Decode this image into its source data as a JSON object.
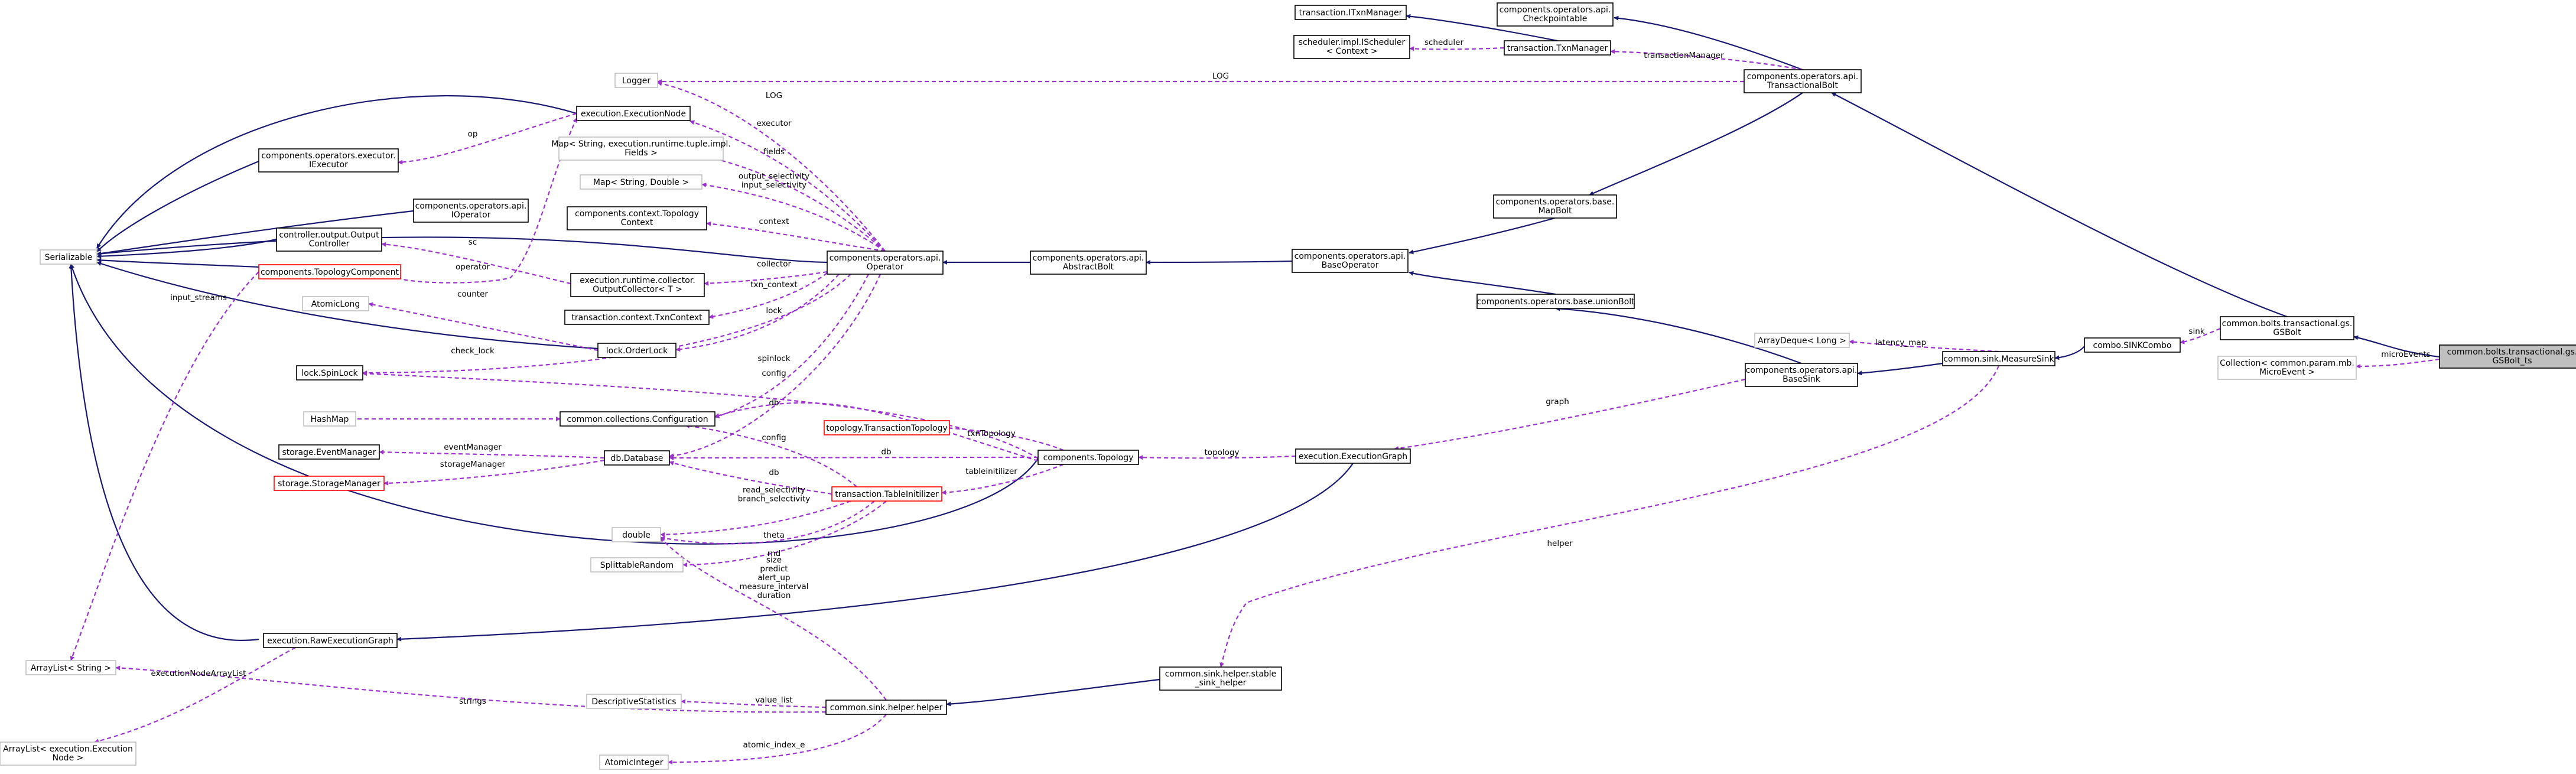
{
  "colors": {
    "inheritance_edge": "#191970",
    "usage_edge": "#9a32cd",
    "focus_node_fill": "#bfbfbf",
    "node_border": "#000000",
    "external_node_border": "#bfbfbf",
    "truncated_node_border": "#ff0000"
  },
  "nodes": {
    "gsbolt_ts": [
      "common.bolts.transactional.gs.",
      "GSBolt_ts"
    ],
    "gsbolt": [
      "common.bolts.transactional.gs.",
      "GSBolt"
    ],
    "collection_microevent": [
      "Collection< common.param.mb.",
      "MicroEvent >"
    ],
    "sinkcombo": [
      "combo.SINKCombo"
    ],
    "measuresink": [
      "common.sink.MeasureSink"
    ],
    "arraydeque_long": [
      "ArrayDeque< Long >"
    ],
    "basesink": [
      "components.operators.api.",
      "BaseSink"
    ],
    "helper_stable": [
      "common.sink.helper.stable",
      "_sink_helper"
    ],
    "helper": [
      "common.sink.helper.helper"
    ],
    "descriptive_statistics": [
      "DescriptiveStatistics"
    ],
    "atomic_integer": [
      "AtomicInteger"
    ],
    "execution_graph": [
      "execution.ExecutionGraph"
    ],
    "union_bolt": [
      "components.operators.base.unionBolt"
    ],
    "base_operator": [
      "components.operators.api.",
      "BaseOperator"
    ],
    "map_bolt": [
      "components.operators.base.",
      "MapBolt"
    ],
    "abstract_bolt": [
      "components.operators.api.",
      "AbstractBolt"
    ],
    "operator": [
      "components.operators.api.",
      "Operator"
    ],
    "transactional_bolt": [
      "components.operators.api.",
      "TransactionalBolt"
    ],
    "checkpointable": [
      "components.operators.api.",
      "Checkpointable"
    ],
    "itxn_manager": [
      "transaction.ITxnManager"
    ],
    "txn_manager": [
      "transaction.TxnManager"
    ],
    "ischeduler": [
      "scheduler.impl.IScheduler",
      "< Context >"
    ],
    "logger": [
      "Logger"
    ],
    "execution_node": [
      "execution.ExecutionNode"
    ],
    "iexecutor": [
      "components.operators.executor.",
      "IExecutor"
    ],
    "serializable": [
      "Serializable"
    ],
    "map_fields": [
      "Map< String, execution.runtime.tuple.impl.",
      "Fields >"
    ],
    "map_double": [
      "Map< String, Double >"
    ],
    "ioperator": [
      "components.operators.api.",
      "IOperator"
    ],
    "topology_context": [
      "components.context.Topology",
      "Context"
    ],
    "output_controller": [
      "controller.output.Output",
      "Controller"
    ],
    "topology_component": [
      "components.TopologyComponent"
    ],
    "output_collector": [
      "execution.runtime.collector.",
      "OutputCollector< T >"
    ],
    "txn_context": [
      "transaction.context.TxnContext"
    ],
    "atomic_long": [
      "AtomicLong"
    ],
    "order_lock": [
      "lock.OrderLock"
    ],
    "spin_lock": [
      "lock.SpinLock"
    ],
    "hashmap": [
      "HashMap"
    ],
    "configuration": [
      "common.collections.Configuration"
    ],
    "event_manager": [
      "storage.EventManager"
    ],
    "database": [
      "db.Database"
    ],
    "storage_manager": [
      "storage.StorageManager"
    ],
    "transaction_topology": [
      "topology.TransactionTopology"
    ],
    "topology": [
      "components.Topology"
    ],
    "table_initilizer": [
      "transaction.TableInitilizer"
    ],
    "double": [
      "double"
    ],
    "splittable_random": [
      "SplittableRandom"
    ],
    "raw_execution_graph": [
      "execution.RawExecutionGraph"
    ],
    "arraylist_string": [
      "ArrayList< String >"
    ],
    "arraylist_execnode": [
      "ArrayList< execution.Execution",
      "Node >"
    ]
  },
  "edge_labels": {
    "microEvents": "microEvents",
    "sink": "sink",
    "latency_map": "latency_map",
    "helper": "helper",
    "value_list": "value_list",
    "atomic_index_e": "atomic_index_e",
    "strings": "strings",
    "size_etc": [
      "size",
      "predict",
      "alert_up",
      "measure_interval",
      "duration"
    ],
    "graph": "graph",
    "topology": "topology",
    "transactionManager": "transactionManager",
    "scheduler": "scheduler",
    "LOG_right": "LOG",
    "LOG_left": "LOG",
    "executor": "executor",
    "fields": "fields",
    "selectivity": [
      "output_selectivity",
      "input_selectivity"
    ],
    "context": "context",
    "collector": "collector",
    "txn_context": "txn_context",
    "lock": "lock",
    "spinlock": "spinlock",
    "config_op": "config",
    "db_op": "db",
    "op": "op",
    "sc": "sc",
    "operator": "operator",
    "input_streams": "input_streams",
    "counter": "counter",
    "check_lock": "check_lock",
    "eventManager": "eventManager",
    "storageManager": "storageManager",
    "txnTopology": "txnTopology",
    "db_topology": "db",
    "tableinitilizer": "tableinitilizer",
    "config_ti": "config",
    "db_ti": "db",
    "selectivity_ti": [
      "read_selectivity",
      "branch_selectivity"
    ],
    "theta": "theta",
    "rnd": "rnd",
    "executionNodeArrayList": "executionNodeArrayList"
  }
}
